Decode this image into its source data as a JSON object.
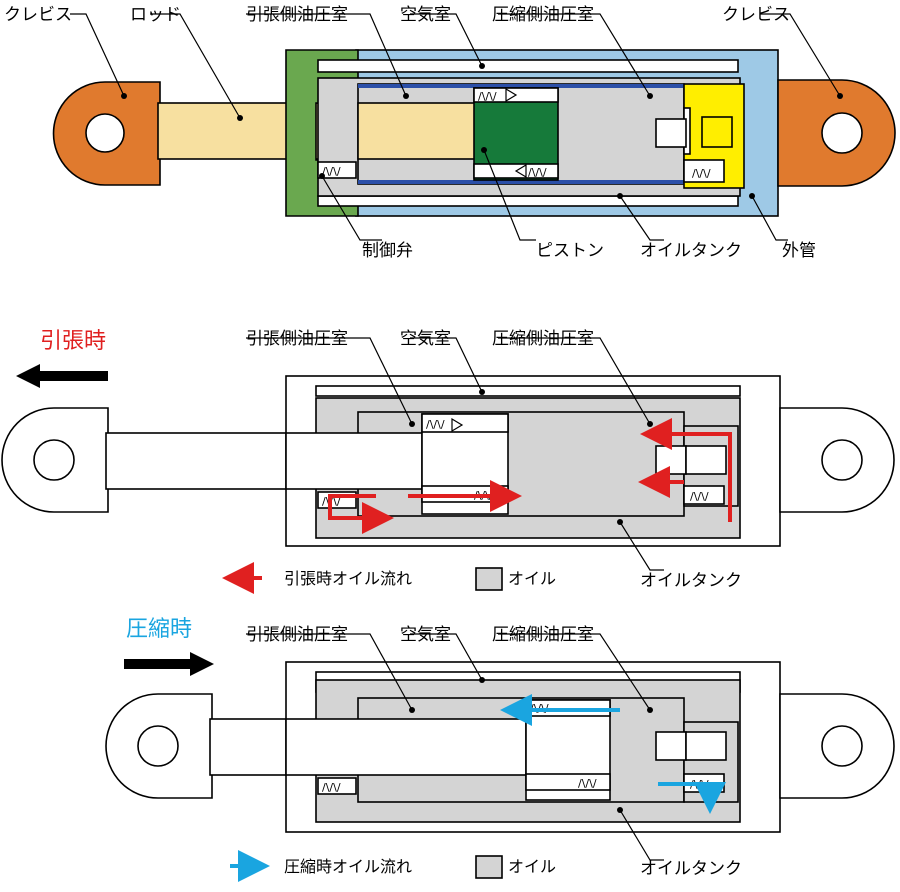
{
  "top_diagram": {
    "labels": {
      "clevis_left": "クレビス",
      "rod": "ロッド",
      "tension_chamber": "引張側油圧室",
      "air_chamber": "空気室",
      "compression_chamber": "圧縮側油圧室",
      "clevis_right": "クレビス",
      "control_valve": "制御弁",
      "piston": "ピストン",
      "oil_tank": "オイルタンク",
      "outer_tube": "外管"
    }
  },
  "tension_diagram": {
    "mode_title": "引張時",
    "labels": {
      "tension_chamber": "引張側油圧室",
      "air_chamber": "空気室",
      "compression_chamber": "圧縮側油圧室",
      "oil_tank": "オイルタンク"
    },
    "legend": {
      "flow": "引張時オイル流れ",
      "oil": "オイル"
    }
  },
  "compression_diagram": {
    "mode_title": "圧縮時",
    "labels": {
      "tension_chamber": "引張側油圧室",
      "air_chamber": "空気室",
      "compression_chamber": "圧縮側油圧室",
      "oil_tank": "オイルタンク"
    },
    "legend": {
      "flow": "圧縮時オイル流れ",
      "oil": "オイル"
    }
  },
  "colors": {
    "clevis": "#e07a2e",
    "rod": "#f7e0a0",
    "green_block": "#6aa84f",
    "outer_tube": "#9ec9e6",
    "oil_gray": "#d4d4d4",
    "piston_green": "#167a3a",
    "valve_yellow": "#ffee00",
    "blue_line": "#2b4fa8",
    "tension_arrow": "#e02020",
    "compression_arrow": "#1aa5e0",
    "direction_arrow": "#000000"
  }
}
